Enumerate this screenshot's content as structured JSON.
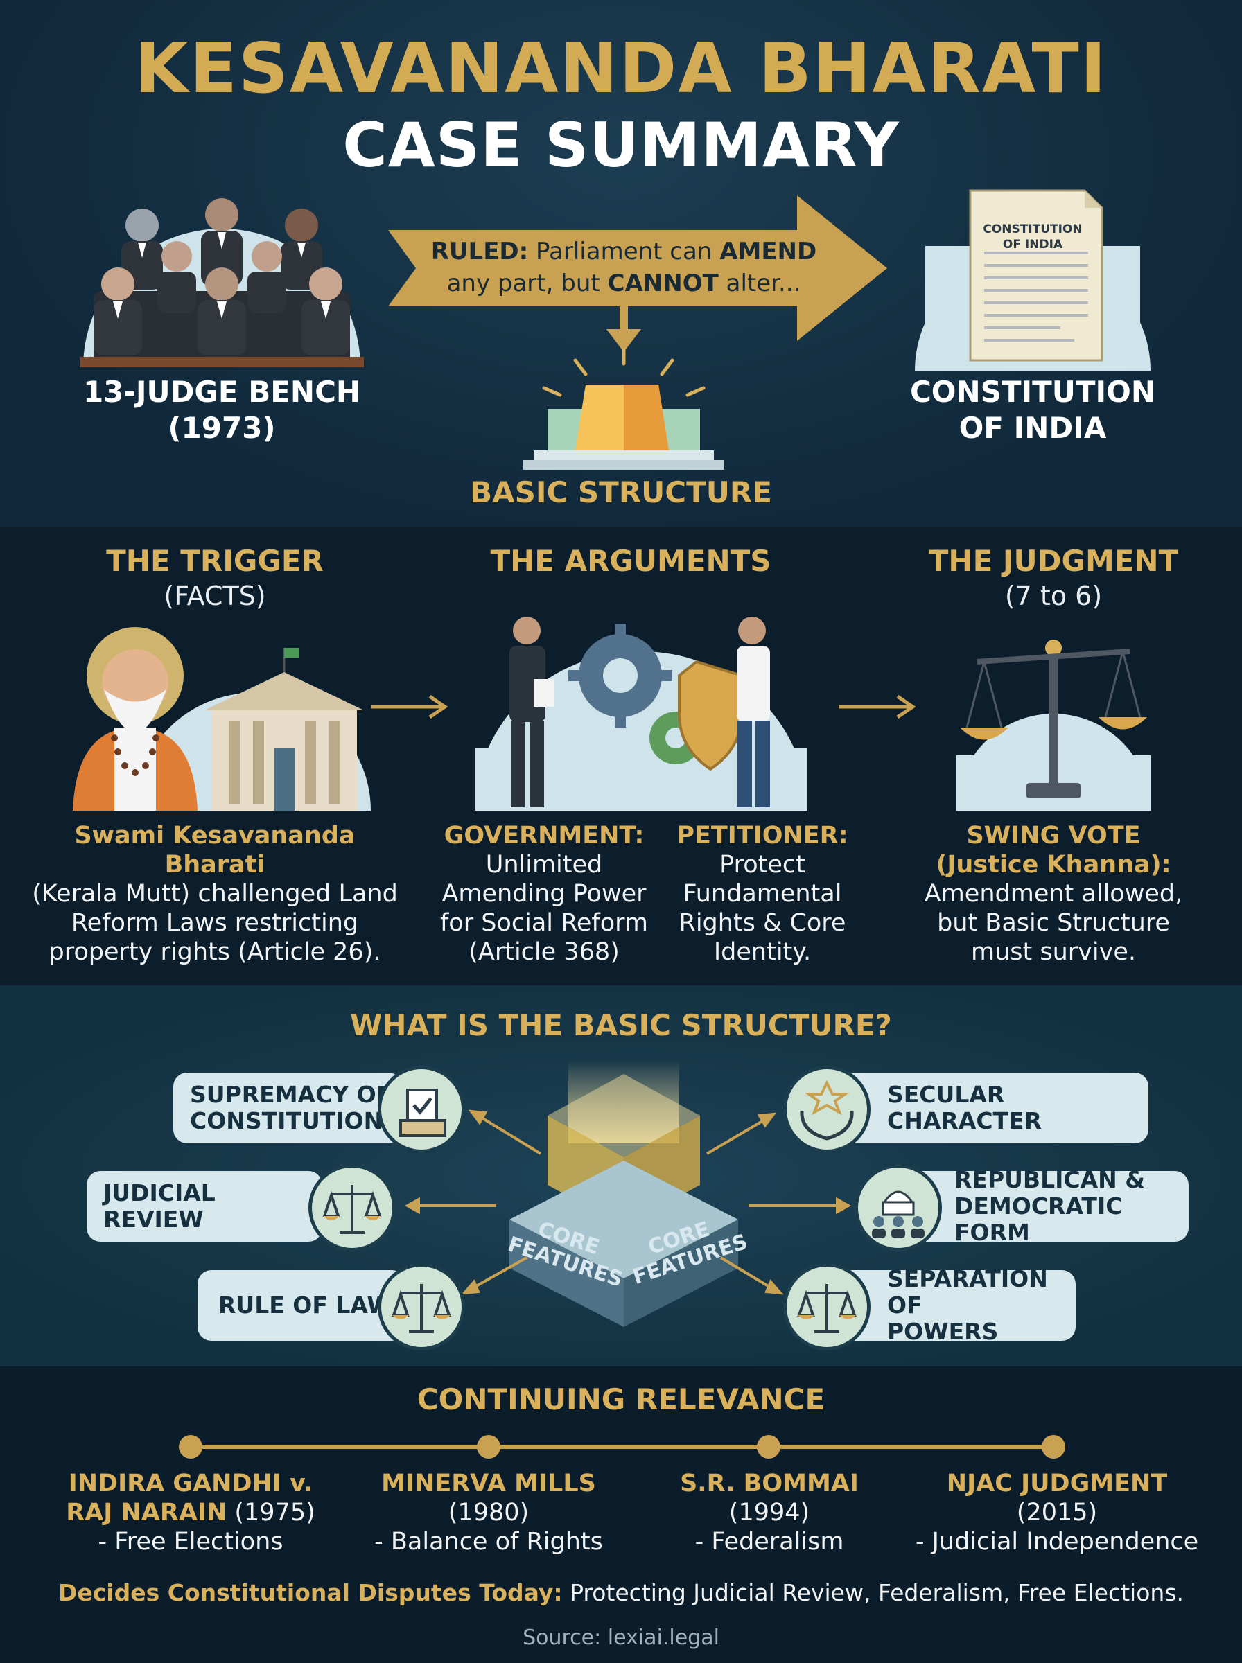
{
  "header": {
    "title_line1": "KESAVANANDA BHARATI",
    "title_line2": "CASE SUMMARY"
  },
  "top": {
    "bench_label_1": "13-JUDGE BENCH",
    "bench_label_2": "(1973)",
    "ruling_prefix": "RULED:",
    "ruling_text_1": " Parliament can ",
    "ruling_amend": "AMEND",
    "ruling_text_2": "any part, but ",
    "ruling_cannot": "CANNOT",
    "ruling_text_3": " alter...",
    "basic_structure": "BASIC STRUCTURE",
    "doc_line_1": "CONSTITUTION",
    "doc_line_2": "OF INDIA",
    "constitution_label_1": "CONSTITUTION",
    "constitution_label_2": "OF INDIA"
  },
  "trigger": {
    "heading": "THE TRIGGER",
    "sub": "(FACTS)",
    "name": "Swami Kesavananda Bharati",
    "text_1": "(Kerala Mutt) challenged Land",
    "text_2": "Reform Laws restricting",
    "text_3": "property rights (Article 26)."
  },
  "arguments": {
    "heading": "THE ARGUMENTS",
    "gov_title": "GOVERNMENT:",
    "gov_1": "Unlimited",
    "gov_2": "Amending Power",
    "gov_3": "for Social Reform",
    "gov_4": "(Article 368)",
    "pet_title": "PETITIONER:",
    "pet_1": "Protect",
    "pet_2": "Fundamental",
    "pet_3": "Rights & Core",
    "pet_4": "Identity."
  },
  "judgment": {
    "heading": "THE JUDGMENT",
    "sub": "(7 to 6)",
    "swing_1": "SWING VOTE",
    "swing_2": "(Justice Khanna):",
    "text_1": "Amendment allowed,",
    "text_2": "but Basic Structure",
    "text_3": "must survive."
  },
  "basic": {
    "heading": "WHAT IS THE BASIC STRUCTURE?",
    "core_left_1": "CORE",
    "core_left_2": "FEATURES",
    "core_right_1": "CORE",
    "core_right_2": "FEATURES",
    "features": {
      "supremacy_1": "SUPREMACY OF",
      "supremacy_2": "CONSTITUTION",
      "judicial_review": "JUDICIAL REVIEW",
      "rule_of_law": "RULE OF LAW",
      "secular": "SECULAR CHARACTER",
      "republican_1": "REPUBLICAN &",
      "republican_2": "DEMOCRATIC FORM",
      "separation_1": "SEPARATION OF",
      "separation_2": "POWERS"
    }
  },
  "relevance": {
    "heading": "CONTINUING RELEVANCE",
    "items": [
      {
        "h1": "INDIRA GANDHI v.",
        "h2": "RAJ NARAIN",
        "year": " (1975)",
        "note": "- Free Elections"
      },
      {
        "h1": "MINERVA MILLS",
        "year": "(1980)",
        "note": "- Balance of Rights"
      },
      {
        "h1": "S.R. BOMMAI",
        "year": "(1994)",
        "note": "- Federalism"
      },
      {
        "h1": "NJAC JUDGMENT",
        "year": "(2015)",
        "note": "- Judicial Independence"
      }
    ],
    "decides_label": "Decides Constitutional Disputes Today:",
    "decides_text": " Protecting Judicial Review, Federalism, Free Elections.",
    "source": "Source: lexiai.legal"
  },
  "colors": {
    "gold": "#d9b15c",
    "navy": "#10283a",
    "pill": "#d8e9ee",
    "badge": "#cfe4d4"
  }
}
